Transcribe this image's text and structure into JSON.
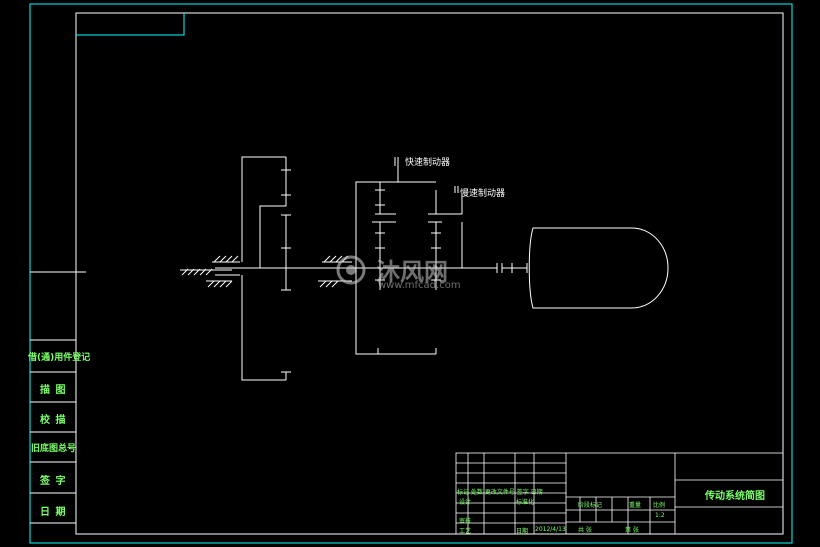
{
  "labels": {
    "fast_brake": "快速制动器",
    "slow_brake": "慢速制动器",
    "drawing_title": "传动系统简图"
  },
  "side_block": {
    "items": [
      "借(通)用件登记",
      "描 图",
      "校 描",
      "旧底图总号",
      "签 字",
      "日 期"
    ]
  },
  "title_block": {
    "row_marks": "标记 处数 更改文件号 签字 日期",
    "designer": "设计",
    "std": "标准化",
    "reviewer": "审核",
    "craft": "工艺",
    "approve": "日期",
    "date": "2012/4/13",
    "stage_mark": "阶段标记",
    "weight": "重量",
    "scale_label": "比例",
    "scale_value": "1:2",
    "sheets_total": "共 张",
    "sheet_no": "第 张"
  },
  "watermark": {
    "brand": "沐风网",
    "url": "www.mfcad.com"
  },
  "colors": {
    "background": "#000000",
    "frame": "#ffffff",
    "text": "#7cff6a",
    "accent_cyan": "#00ffff"
  }
}
